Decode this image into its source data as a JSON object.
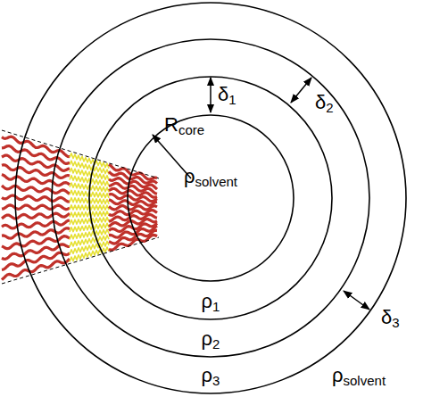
{
  "diagram": {
    "nodes": [
      {
        "text": [
          "ρ3"
        ]
      },
      {
        "text": [
          "ρ2"
        ],
        "in": 0
      },
      {
        "text": [
          "ρ1"
        ],
        "in": 1
      },
      {
        "text": [
          "ρsolvent"
        ],
        "in": 2
      }
    ],
    "labels": [
      "Rcore",
      "δ1",
      "δ2",
      "δ3",
      "ρsolvent"
    ]
  }
}
